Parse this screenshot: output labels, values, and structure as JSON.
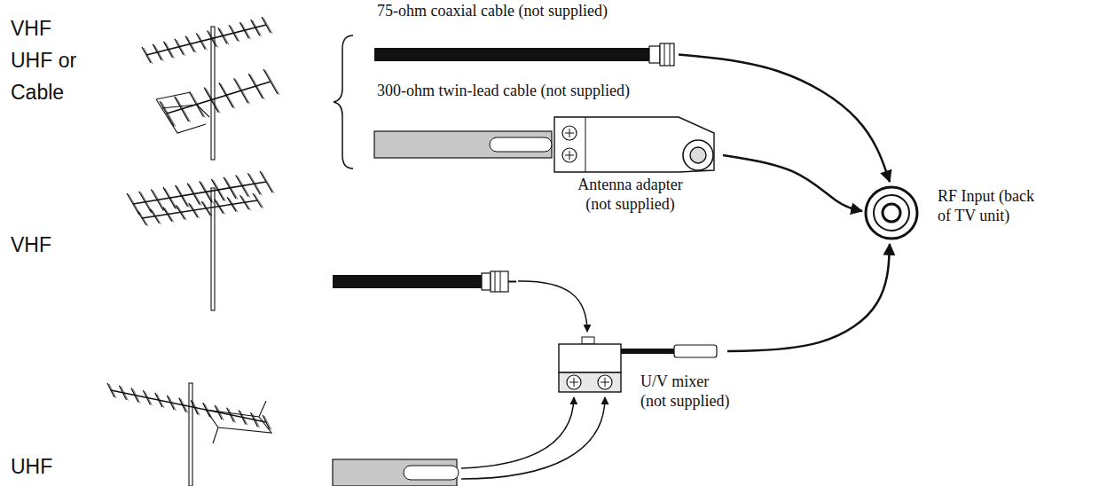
{
  "diagram": {
    "nodes": [
      {
        "text": [
          "75-ohm coaxial cable (not supplied)"
        ]
      },
      {
        "text": [
          "Antenna adapter (not supplied)"
        ]
      },
      {
        "text": [
          "RF Input (back of TV unit)"
        ]
      },
      {
        "text": [
          "U/V mixer (not supplied)"
        ]
      }
    ],
    "edges": [
      {
        "from": 0,
        "to": 2,
        "arrow": "to"
      },
      {
        "from": 1,
        "to": 2,
        "arrow": "to"
      },
      {
        "from": 3,
        "to": 2,
        "arrow": "to"
      }
    ],
    "labels": [
      "VHF UHF or Cable",
      "300-ohm twin-lead cable (not supplied)",
      "VHF",
      "UHF"
    ]
  }
}
